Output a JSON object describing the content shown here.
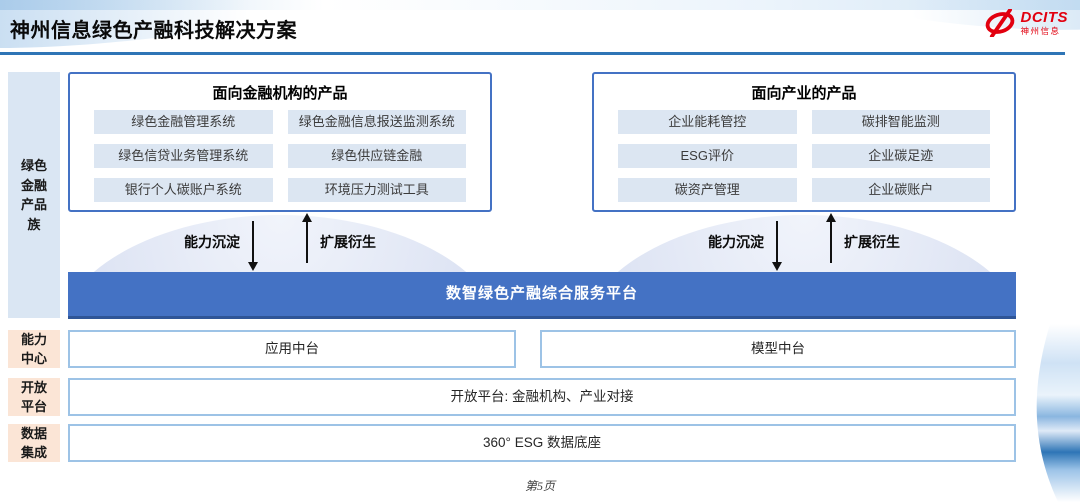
{
  "header": {
    "title": "神州信息绿色产融科技解决方案",
    "logo": {
      "brand": "DCITS",
      "company": "神州信息"
    }
  },
  "sidebar": {
    "product_family": "绿色金融产品族",
    "capability_center": "能力中心",
    "open_platform": "开放平台",
    "data_integration": "数据集成"
  },
  "product_groups": [
    {
      "title": "面向金融机构的产品",
      "items": [
        "绿色金融管理系统",
        "绿色金融信息报送监测系统",
        "绿色信贷业务管理系统",
        "绿色供应链金融",
        "银行个人碳账户系统",
        "环境压力测试工具"
      ]
    },
    {
      "title": "面向产业的产品",
      "items": [
        "企业能耗管控",
        "碳排智能监测",
        "ESG评价",
        "企业碳足迹",
        "碳资产管理",
        "企业碳账户"
      ]
    }
  ],
  "flow": {
    "down_label": "能力沉淀",
    "up_label": "扩展衍生"
  },
  "platform_bar": {
    "label": "数智绿色产融综合服务平台"
  },
  "middle_layer": {
    "boxes": [
      "应用中台",
      "模型中台"
    ]
  },
  "open_layer": {
    "label": "开放平台: 金融机构、产业对接"
  },
  "data_layer": {
    "label": "360° ESG 数据底座"
  },
  "footer": {
    "page": "第5页"
  },
  "colors": {
    "accent_blue": "#4472c4",
    "light_border_blue": "#9dc3e6",
    "item_bg": "#dce6f2",
    "sidebar_blue": "#dae6f3",
    "sidebar_peach": "#fbe5d6",
    "logo_red": "#e2000f",
    "header_rule": "#2e75b6"
  }
}
